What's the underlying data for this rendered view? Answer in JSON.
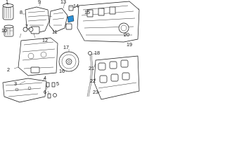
{
  "colors": {
    "line": "#1a1a1a",
    "highlight": "#2a8fd6",
    "background": "#ffffff"
  },
  "callouts": {
    "c1": "1",
    "c2": "2",
    "c3": "3",
    "c4": "4",
    "c5": "5",
    "c6": "6",
    "c7": "7",
    "c8": "8",
    "c9": "9",
    "c10": "10",
    "c11": "11",
    "c12": "12",
    "c13": "13",
    "c14": "14",
    "c15": "15",
    "c16": "16",
    "c17": "17",
    "c18": "18",
    "c19": "19",
    "c20": "20",
    "c21": "21",
    "c22": "22",
    "c23": "23"
  }
}
